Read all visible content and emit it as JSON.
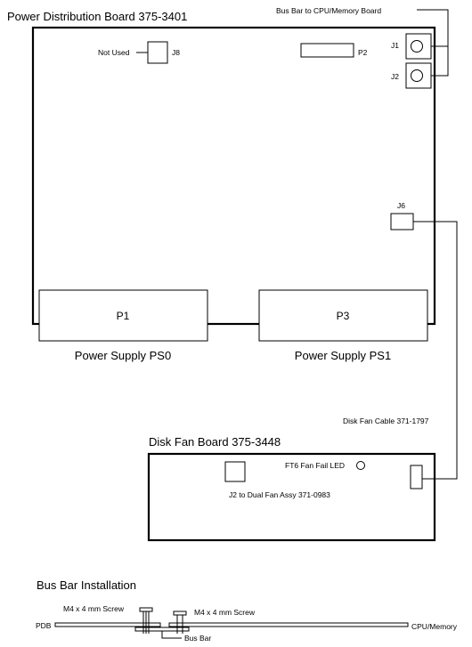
{
  "pdb": {
    "title": "Power Distribution Board 375-3401",
    "bus_bar_label": "Bus Bar to CPU/Memory Board",
    "not_used": "Not Used",
    "j8": "J8",
    "p2": "P2",
    "j1": "J1",
    "j2": "J2",
    "j6": "J6",
    "p1": "P1",
    "p3": "P3",
    "ps0": "Power Supply PS0",
    "ps1": "Power Supply PS1"
  },
  "cable": {
    "label": "Disk  Fan  Cable  371-1797"
  },
  "fan_board": {
    "title": "Disk Fan Board 375-3448",
    "ft6": "FT6  Fan Fail LED",
    "j2_label": "J2   to Dual Fan Assy 371-0983"
  },
  "bus_bar_install": {
    "title": "Bus Bar Installation",
    "screw_left": "M4 x 4 mm Screw",
    "screw_right": "M4 x 4 mm Screw",
    "pdb": "PDB",
    "cpu": "CPU/Memory",
    "bus_bar": "Bus Bar"
  }
}
